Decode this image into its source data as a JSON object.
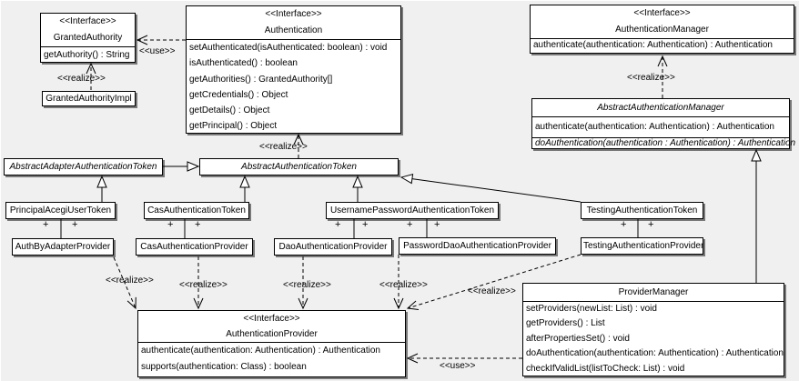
{
  "colors": {
    "background": "#f0f0f0",
    "box_fill": "#ffffff",
    "line": "#000000",
    "shadow": "rgba(0,0,0,0.5)"
  },
  "edge_labels": {
    "use": "<<use>>",
    "realize": "<<realize>>"
  },
  "assoc_end": "+",
  "classes": {
    "granted_authority": {
      "stereotype": "<<Interface>>",
      "name": "GrantedAuthority",
      "members": [
        "getAuthority() : String"
      ]
    },
    "granted_authority_impl": {
      "name": "GrantedAuthorityImpl"
    },
    "authentication": {
      "stereotype": "<<Interface>>",
      "name": "Authentication",
      "members": [
        "setAuthenticated(isAuthenticated: boolean) : void",
        "isAuthenticated() : boolean",
        "getAuthorities() : GrantedAuthority[]",
        "getCredentials() : Object",
        "getDetails() : Object",
        "getPrincipal() : Object"
      ]
    },
    "authentication_manager": {
      "stereotype": "<<Interface>>",
      "name": "AuthenticationManager",
      "members": [
        "authenticate(authentication: Authentication) : Authentication"
      ]
    },
    "abstract_authentication_manager": {
      "name": "AbstractAuthenticationManager",
      "members": [
        "authenticate(authentication: Authentication) : Authentication"
      ],
      "abstract_members": [
        "doAuthentication(authentication : Authentication) : Authentication"
      ]
    },
    "abstract_adapter_authentication_token": {
      "name": "AbstractAdapterAuthenticationToken"
    },
    "abstract_authentication_token": {
      "name": "AbstractAuthenticationToken"
    },
    "principal_acegi_user_token": {
      "name": "PrincipalAcegiUserToken"
    },
    "cas_authentication_token": {
      "name": "CasAuthenticationToken"
    },
    "username_password_authentication_token": {
      "name": "UsernamePasswordAuthenticationToken"
    },
    "testing_authentication_token": {
      "name": "TestingAuthenticationToken"
    },
    "auth_by_adapter_provider": {
      "name": "AuthByAdapterProvider"
    },
    "cas_authentication_provider": {
      "name": "CasAuthenticationProvider"
    },
    "dao_authentication_provider": {
      "name": "DaoAuthenticationProvider"
    },
    "password_dao_authentication_provider": {
      "name": "PasswordDaoAuthenticationProvider"
    },
    "testing_authentication_provider": {
      "name": "TestingAuthenticationProvider"
    },
    "authentication_provider": {
      "stereotype": "<<Interface>>",
      "name": "AuthenticationProvider",
      "members": [
        "authenticate(authentication: Authentication) : Authentication",
        "supports(authentication: Class) : boolean"
      ]
    },
    "provider_manager": {
      "name": "ProviderManager",
      "members": [
        "setProviders(newList: List) : void",
        "getProviders() : List",
        "afterPropertiesSet() : void",
        "doAuthentication(authentication: Authentication) : Authentication",
        "checkIfValidList(listToCheck: List) : void"
      ]
    }
  }
}
